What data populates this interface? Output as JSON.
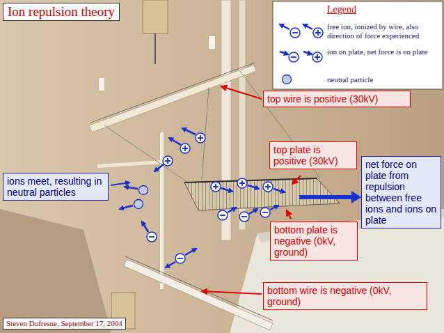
{
  "diagram": {
    "title": "Ion repulsion theory",
    "caption": "Steven Dufresne, September 17, 2004",
    "nodes": [
      {
        "text": [
          "top wire is positive (30kV)"
        ]
      },
      {
        "text": [
          "top plate is positive (30kV)"
        ]
      },
      {
        "text": [
          "net force on plate from repulsion between free ions and ions on plate"
        ]
      },
      {
        "text": [
          "ions meet, resulting in neutral particles"
        ]
      },
      {
        "text": [
          "bottom plate is negative (0kV, ground)"
        ]
      },
      {
        "text": [
          "bottom wire is negative (0kV, ground)"
        ]
      }
    ],
    "labels": [
      "Legend"
    ],
    "legend": [
      {
        "text": "free ion, ionized by wire, also direction of force experienced"
      },
      {
        "text": "ion on plate, net force is on plate"
      },
      {
        "text": "neutral particle"
      }
    ]
  }
}
